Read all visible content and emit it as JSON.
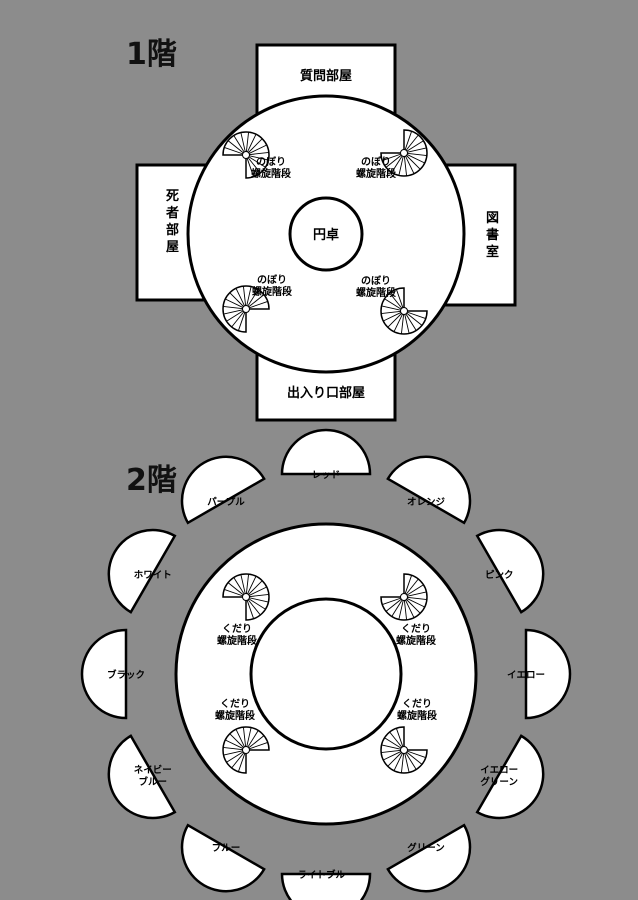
{
  "floor1": {
    "title": "1階",
    "rooms": {
      "top": "質問部屋",
      "left": "死者部屋",
      "right": "図書室",
      "bottom": "出入り口部屋"
    },
    "table": "円卓",
    "stair_line1": "のぼり",
    "stair_line2": "螺旋階段"
  },
  "floor2": {
    "title": "2階",
    "stair_line1": "くだり",
    "stair_line2": "螺旋階段",
    "rooms": [
      "レッド",
      "オレンジ",
      "ピンク",
      "イエロー",
      "イエロー\nグリーン",
      "グリーン",
      "ライトブルー",
      "ブルー",
      "ネイビー\nブルー",
      "ブラック",
      "ホワイト",
      "パープル"
    ]
  }
}
